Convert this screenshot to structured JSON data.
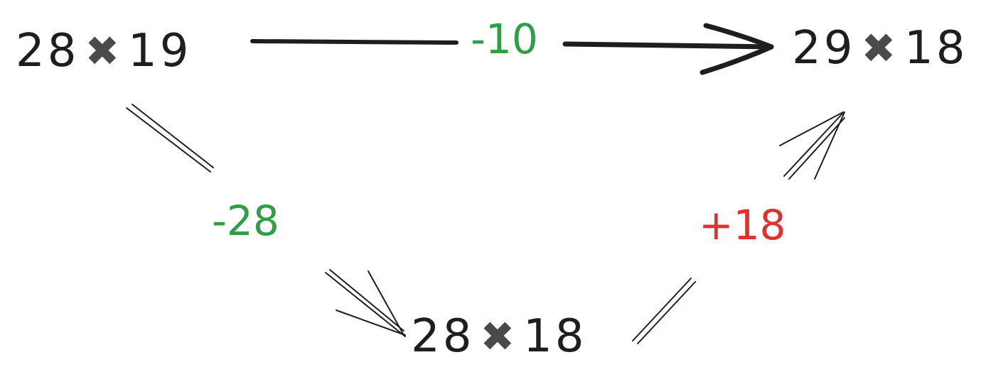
{
  "colors": {
    "ink": "#1e1e1e",
    "times_symbol": "#4a4a4a",
    "subtract": "#2f9e44",
    "add": "#e03131"
  },
  "icons": {
    "times": "multiplication-x-icon"
  },
  "nodes": {
    "start": {
      "left": "28",
      "symbol": "✖",
      "right": "19"
    },
    "middle": {
      "left": "28",
      "symbol": "✖",
      "right": "18"
    },
    "end": {
      "left": "29",
      "symbol": "✖",
      "right": "18"
    }
  },
  "edges": {
    "start_to_end": {
      "label": "-10"
    },
    "start_to_middle": {
      "label": "-28"
    },
    "middle_to_end": {
      "label": "+18"
    }
  }
}
